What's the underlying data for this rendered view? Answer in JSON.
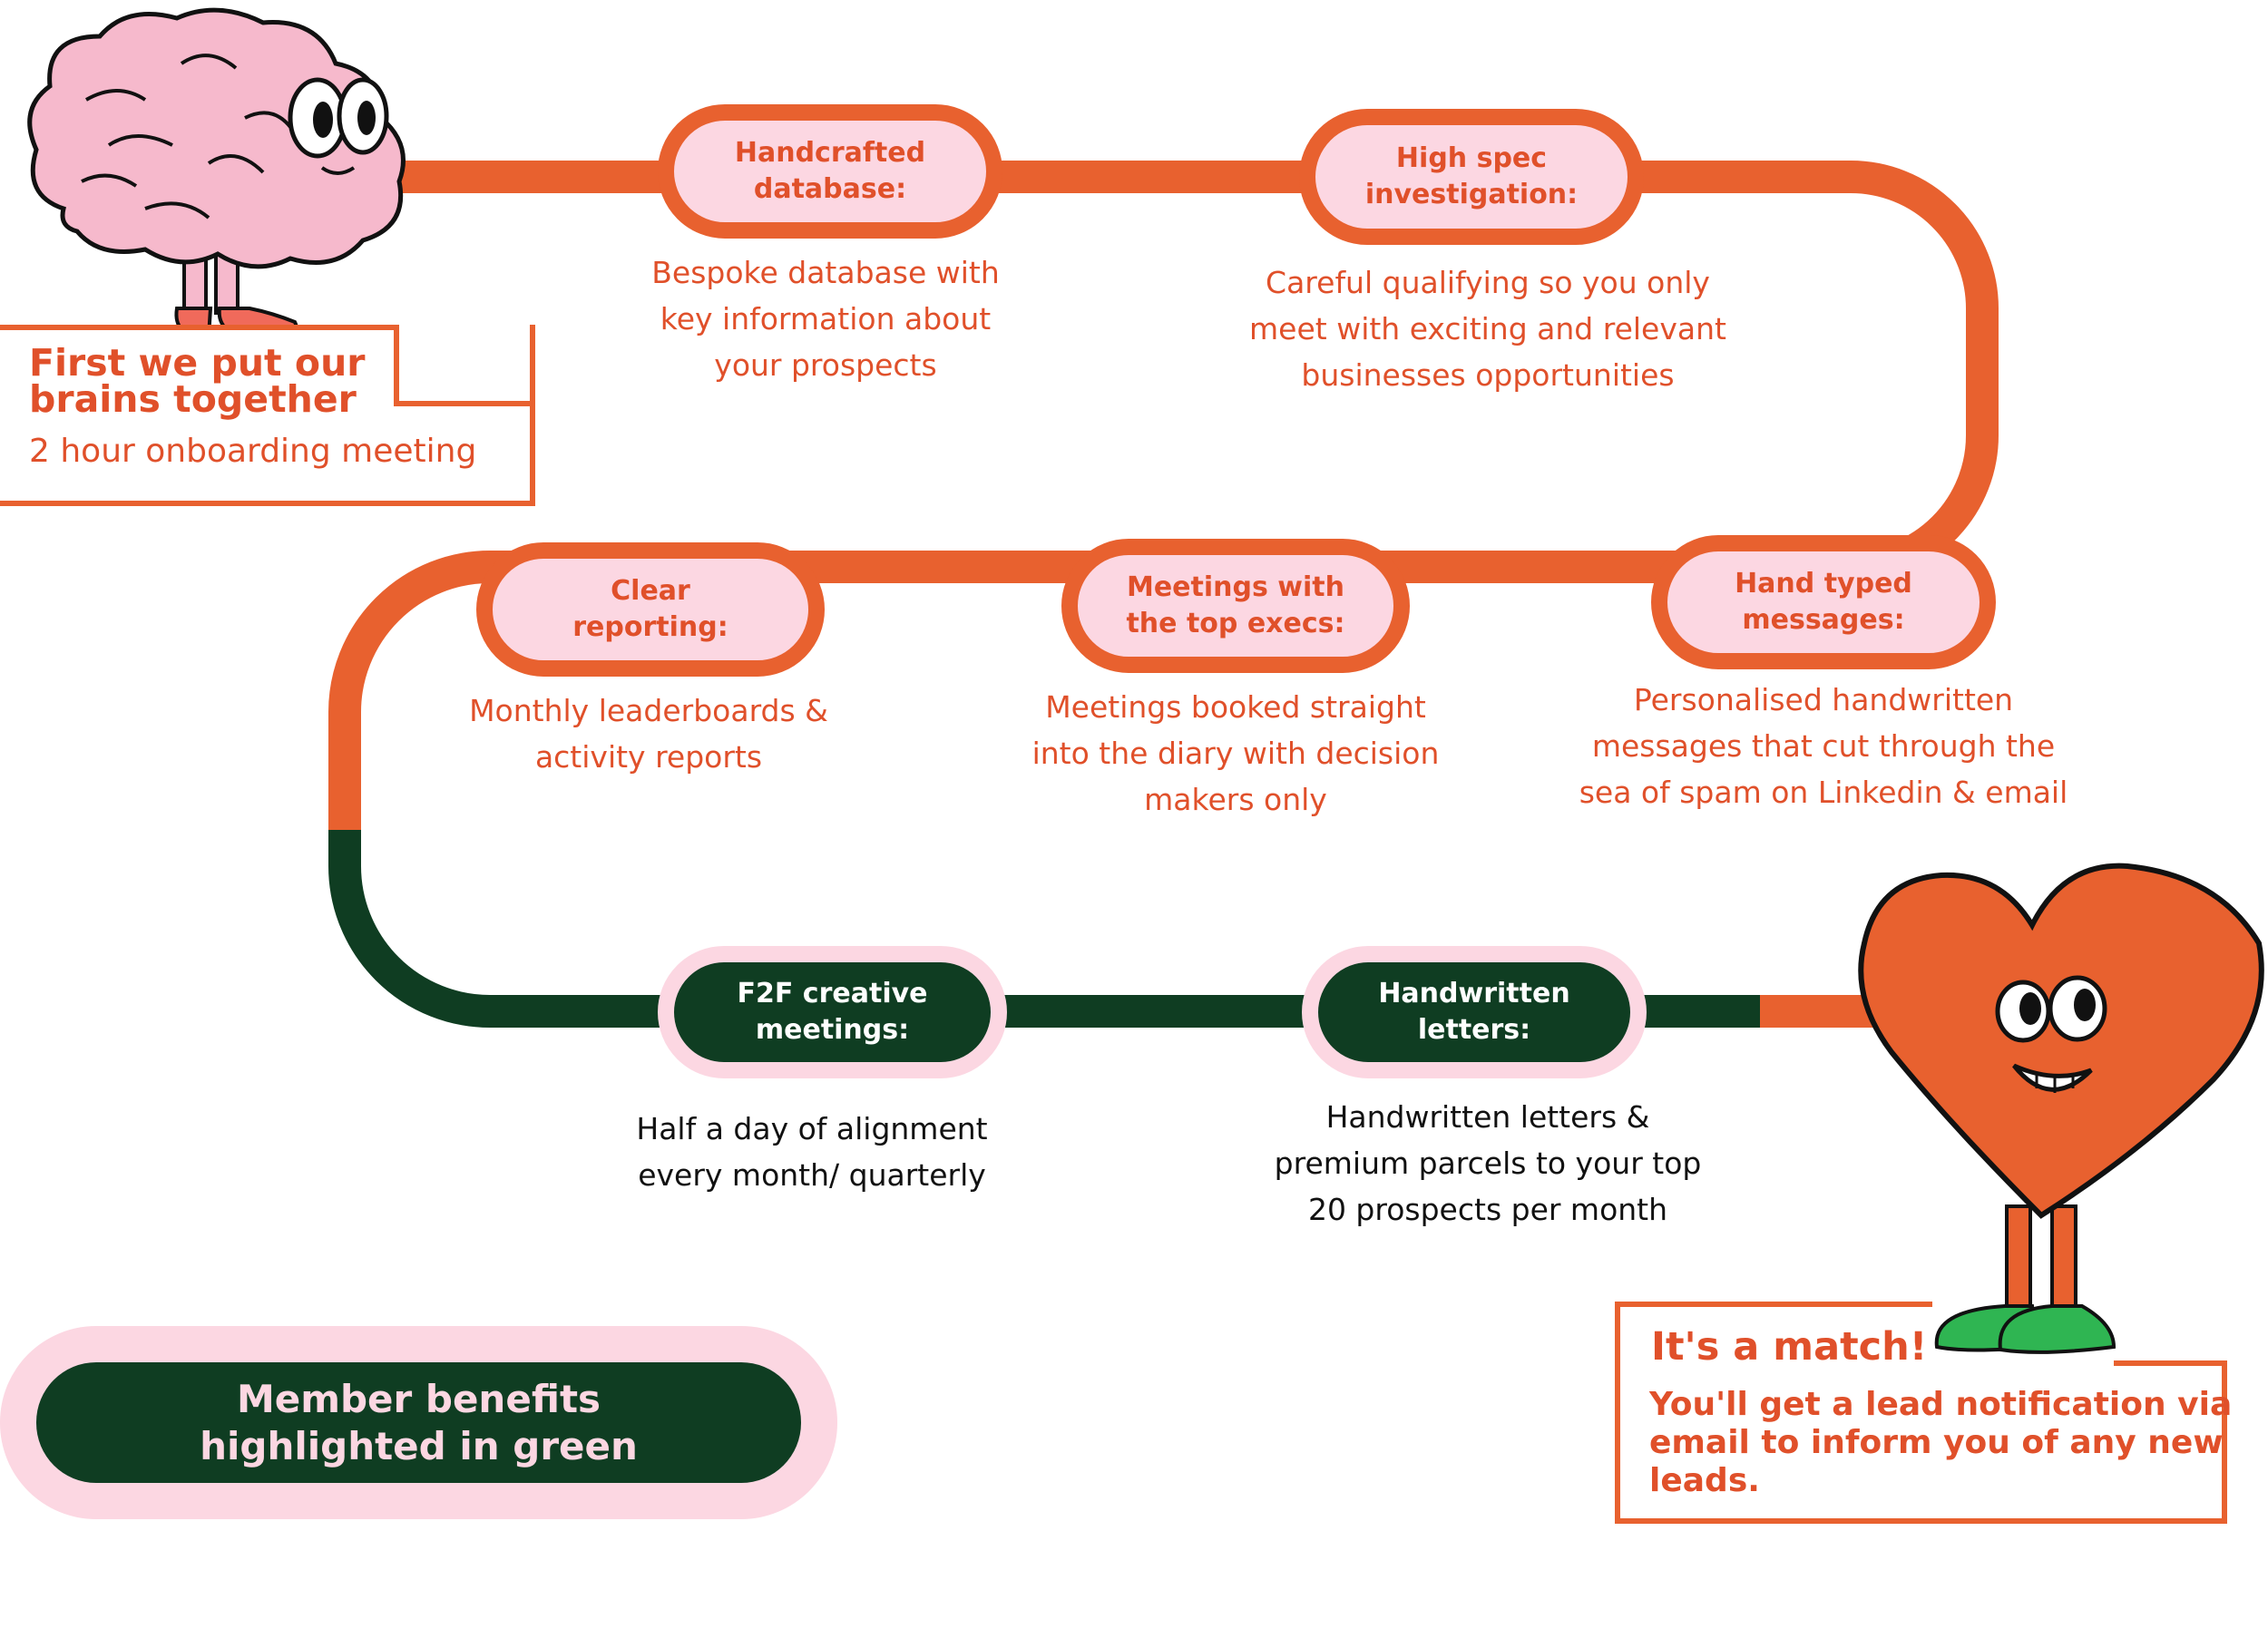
{
  "colors": {
    "orange": "#e8612f",
    "pink": "#fcd7e2",
    "green": "#0f3d22",
    "text_orange": "#e0502a"
  },
  "start": {
    "title_lines": [
      "First we put our",
      "brains together"
    ],
    "subtitle": "2 hour onboarding meeting",
    "icon": "brain-mascot-icon"
  },
  "steps": [
    {
      "title_lines": [
        "Handcrafted",
        "database:"
      ],
      "desc_lines": [
        "Bespoke database with",
        "key information about",
        "your prospects"
      ],
      "member_benefit": false
    },
    {
      "title_lines": [
        "High spec",
        "investigation:"
      ],
      "desc_lines": [
        "Careful qualifying so you only",
        "meet with exciting and relevant",
        "businesses opportunities"
      ],
      "member_benefit": false
    },
    {
      "title_lines": [
        "Hand typed",
        "messages:"
      ],
      "desc_lines": [
        "Personalised handwritten",
        "messages that cut through the",
        "sea of spam on Linkedin & email"
      ],
      "member_benefit": false
    },
    {
      "title_lines": [
        "Meetings with",
        "the top execs:"
      ],
      "desc_lines": [
        "Meetings booked straight",
        "into the diary with decision",
        "makers only"
      ],
      "member_benefit": false
    },
    {
      "title_lines": [
        "Clear",
        "reporting:"
      ],
      "desc_lines": [
        "Monthly leaderboards &",
        "activity reports"
      ],
      "member_benefit": false
    },
    {
      "title_lines": [
        "F2F creative",
        "meetings:"
      ],
      "desc_lines": [
        "Half a day of alignment",
        "every month/ quarterly"
      ],
      "member_benefit": true
    },
    {
      "title_lines": [
        "Handwritten",
        "letters:"
      ],
      "desc_lines": [
        "Handwritten letters &",
        "premium parcels to your top",
        "20 prospects per month"
      ],
      "member_benefit": true
    }
  ],
  "end": {
    "title": "It's a match!",
    "body_lines": [
      "You'll get a lead notification via",
      "email to inform you of any new",
      "leads."
    ],
    "icon": "heart-mascot-icon"
  },
  "legend": {
    "lines": [
      "Member benefits",
      "highlighted in green"
    ]
  }
}
